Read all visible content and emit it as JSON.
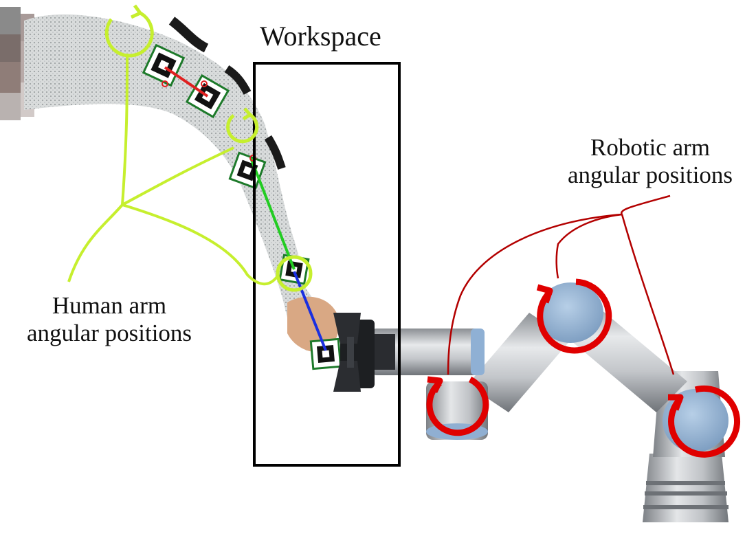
{
  "labels": {
    "workspace": "Workspace",
    "robot_line1": "Robotic arm",
    "robot_line2": "angular positions",
    "human_line1": "Human arm",
    "human_line2": "angular positions"
  },
  "colors": {
    "human_annotation": "#c6ef2e",
    "robot_annotation": "#e00000",
    "robot_leader": "#b30000",
    "workspace_box": "#000000",
    "marker_segment_upper": "#e02020",
    "marker_segment_mid": "#22cc22",
    "marker_segment_lower": "#1a2fe0",
    "joint_cap": "#9dbbdc",
    "robot_link": "#b9bcc0"
  },
  "icons": {
    "human_joint": "circular-rotation-arrow-icon",
    "robot_joint": "circular-rotation-arrow-icon",
    "marker": "fiducial-marker-icon"
  }
}
